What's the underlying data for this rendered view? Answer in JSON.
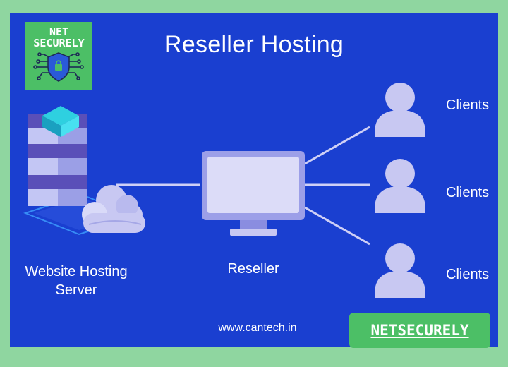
{
  "title": "Reseller Hosting",
  "logo": {
    "line1": "NET",
    "line2": "SECURELY",
    "icon": "shield-lock-circuit-icon"
  },
  "nodes": {
    "server": {
      "line1": "Website Hosting",
      "line2": "Server",
      "icon": "server-stack-icon"
    },
    "reseller": {
      "label": "Reseller",
      "icon": "monitor-icon"
    },
    "clients": [
      {
        "label": "Clients",
        "icon": "user-icon"
      },
      {
        "label": "Clients",
        "icon": "user-icon"
      },
      {
        "label": "Clients",
        "icon": "user-icon"
      }
    ]
  },
  "website": "www.cantech.in",
  "badge": {
    "label": "NETSECURELY"
  },
  "colors": {
    "background": "#1a3fd0",
    "frame": "#8fd6a0",
    "logo_green": "#4cbf66",
    "icon_lavender": "#c8c8f2"
  }
}
